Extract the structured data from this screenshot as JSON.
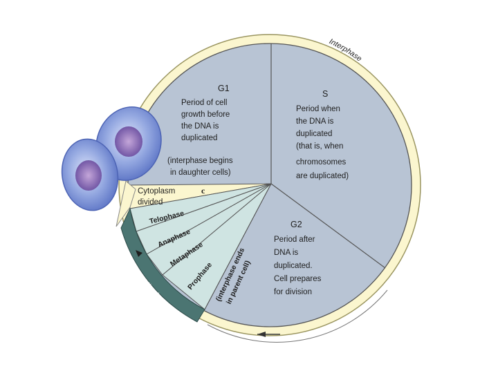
{
  "diagram": {
    "interphase_label": "Interphase",
    "mitosis_label": "Mitosis",
    "c_label": "c",
    "g1": {
      "title": "G1",
      "lines": [
        "Period of cell",
        "growth before",
        "the DNA is",
        "duplicated"
      ],
      "note_lines": [
        "(interphase begins",
        "in daughter cells)"
      ]
    },
    "s": {
      "title": "S",
      "lines": [
        "Period when",
        "the DNA is",
        "duplicated",
        "(that is, when",
        "chromosomes",
        "are duplicated)"
      ]
    },
    "g2": {
      "title": "G2",
      "lines": [
        "Period after",
        "DNA is",
        "duplicated.",
        "Cell prepares",
        "for division"
      ]
    },
    "cytokinesis": {
      "lines": [
        "Cytoplasm",
        "divided"
      ]
    },
    "mitosis_phases": [
      "Telophase",
      "Anaphase",
      "Metaphase",
      "Prophase"
    ],
    "interphase_ends": [
      "(interphase ends",
      "in parent cell)"
    ]
  },
  "colors": {
    "wheel": "#b8c4d4",
    "ring": "#fbf6cf",
    "mitosis_band": "#4b7572",
    "mitosis_wedges": "#cfe4e2",
    "cells": "#7c93d6"
  }
}
